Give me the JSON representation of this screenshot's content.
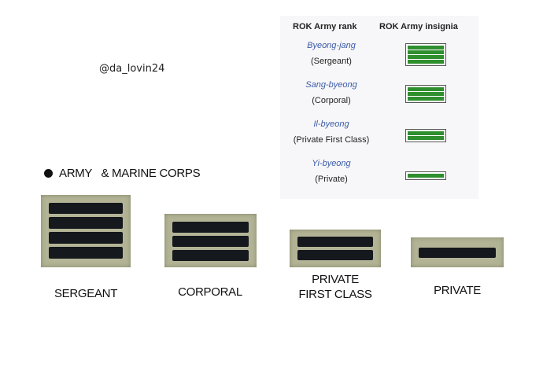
{
  "watermark": "@da_lovin24",
  "rank_table": {
    "header_rank": "ROK Army rank",
    "header_insignia": "ROK Army insignia",
    "rows": [
      {
        "korean": "Byeong-jang",
        "english": "(Sergeant)",
        "bars": 4
      },
      {
        "korean": "Sang-byeong",
        "english": "(Corporal)",
        "bars": 3
      },
      {
        "korean": "Il-byeong",
        "english": "(Private First Class)",
        "bars": 2
      },
      {
        "korean": "Yi-byeong",
        "english": "(Private)",
        "bars": 1
      }
    ],
    "insignia_color": "#2f8f2f"
  },
  "section": {
    "heading": "ARMY   & MARINE CORPS"
  },
  "patches": [
    {
      "label_line1": "SERGEANT",
      "label_line2": "",
      "stripes": 4
    },
    {
      "label_line1": "CORPORAL",
      "label_line2": "",
      "stripes": 3
    },
    {
      "label_line1": "PRIVATE",
      "label_line2": "FIRST CLASS",
      "stripes": 2
    },
    {
      "label_line1": "PRIVATE",
      "label_line2": "",
      "stripes": 1
    }
  ],
  "colors": {
    "patch_background": "#b3b496",
    "stripe": "#15181c"
  }
}
